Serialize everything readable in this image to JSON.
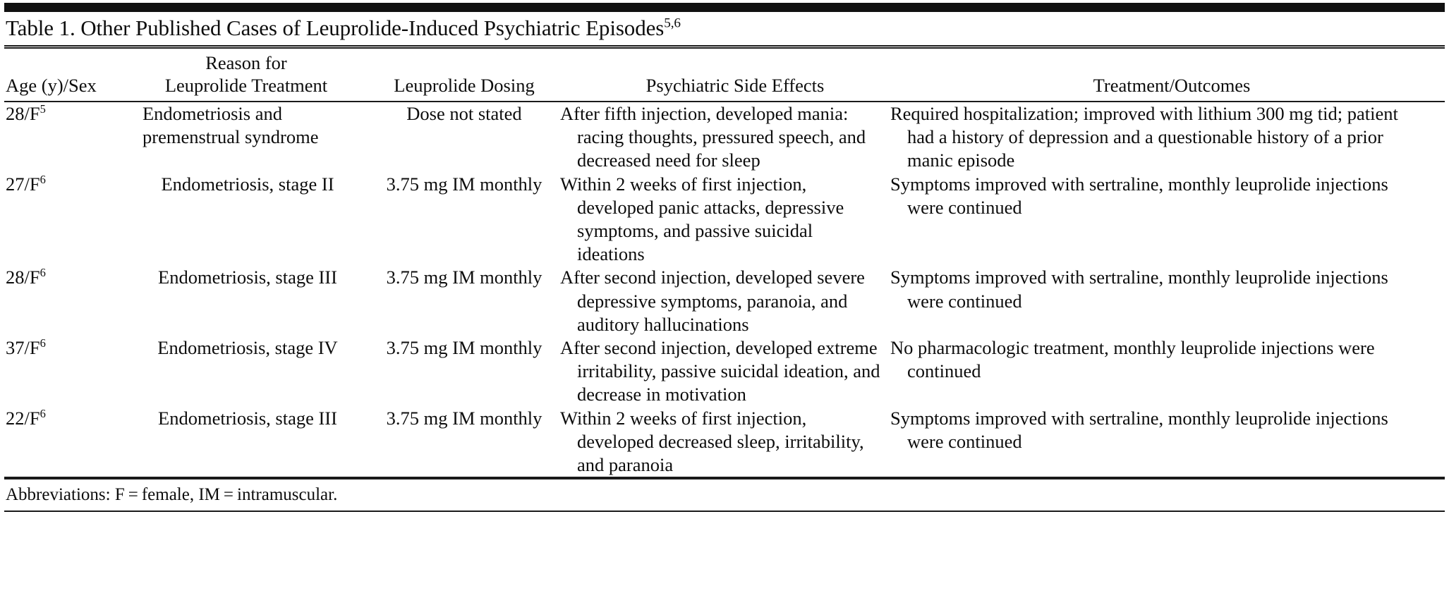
{
  "document": {
    "title_prefix": "Table 1. Other Published Cases of Leuprolide-Induced Psychiatric Episodes",
    "title_superscript": "5,6"
  },
  "headers": {
    "age": "Age (y)/Sex",
    "reason_line1": "Reason for",
    "reason_line2": "Leuprolide Treatment",
    "dosing": "Leuprolide Dosing",
    "side_effects": "Psychiatric Side Effects",
    "outcomes": "Treatment/Outcomes"
  },
  "rows": [
    {
      "age": "28/F",
      "age_ref": "5",
      "reason": "Endometriosis and premenstrual syndrome",
      "dosing": "Dose not stated",
      "side_effects": "After fifth injection, developed mania: racing thoughts, pressured speech, and decreased need for sleep",
      "outcomes": "Required hospitalization; improved with lithium 300 mg tid; patient had a history of depression and a questionable history of a prior manic episode"
    },
    {
      "age": "27/F",
      "age_ref": "6",
      "reason": "Endometriosis, stage II",
      "dosing": "3.75 mg IM monthly",
      "side_effects": "Within 2 weeks of first injection, developed panic attacks, depressive symptoms, and passive suicidal ideations",
      "outcomes": "Symptoms improved with sertraline, monthly leuprolide injections were continued"
    },
    {
      "age": "28/F",
      "age_ref": "6",
      "reason": "Endometriosis, stage III",
      "dosing": "3.75 mg IM monthly",
      "side_effects": "After second injection, developed severe depressive symptoms, paranoia, and auditory hallucinations",
      "outcomes": "Symptoms improved with sertraline, monthly leuprolide injections were continued"
    },
    {
      "age": "37/F",
      "age_ref": "6",
      "reason": "Endometriosis, stage IV",
      "dosing": "3.75 mg IM monthly",
      "side_effects": "After second injection, developed extreme irritability, passive suicidal ideation, and decrease in motivation",
      "outcomes": "No pharmacologic treatment, monthly leuprolide injections were continued"
    },
    {
      "age": "22/F",
      "age_ref": "6",
      "reason": "Endometriosis, stage III",
      "dosing": "3.75 mg IM monthly",
      "side_effects": "Within 2 weeks of first injection, developed decreased sleep, irritability, and paranoia",
      "outcomes": "Symptoms improved with sertraline, monthly leuprolide injections were continued"
    }
  ],
  "footnote": {
    "text": "Abbreviations: F = female, IM = intramuscular."
  },
  "colors": {
    "rule": "#1a1a1a",
    "top_bar": "#111111",
    "text": "#0d0d0d",
    "background": "#ffffff"
  }
}
